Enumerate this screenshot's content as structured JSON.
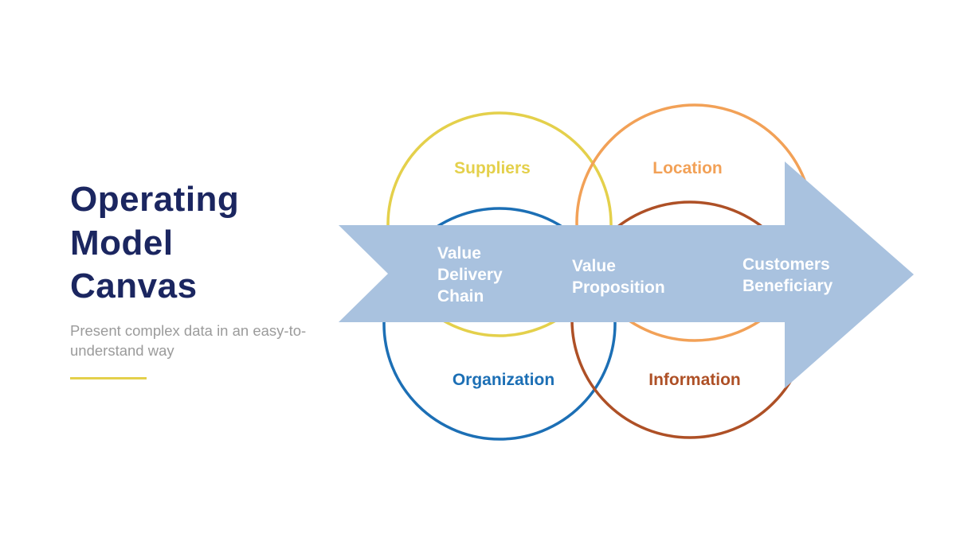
{
  "slide": {
    "title": "Operating Model Canvas",
    "subtitle": "Present complex data in an easy-to-understand way"
  },
  "colors": {
    "title_navy": "#1b2660",
    "subtitle_gray": "#9b9b9b",
    "accent_yellow": "#e4d04b",
    "accent_orange": "#f2a157",
    "accent_blue": "#1c6fb5",
    "accent_rust": "#ae5026",
    "arrow_fill": "#a9c2df",
    "arrow_text_white": "#ffffff"
  },
  "diagram": {
    "circle_labels": {
      "suppliers": "Suppliers",
      "location": "Location",
      "organization": "Organization",
      "information": "Information"
    },
    "arrow_steps": {
      "step1": "Value Delivery Chain",
      "step2": "Value Proposition",
      "step3": "Customers Beneficiary"
    }
  }
}
